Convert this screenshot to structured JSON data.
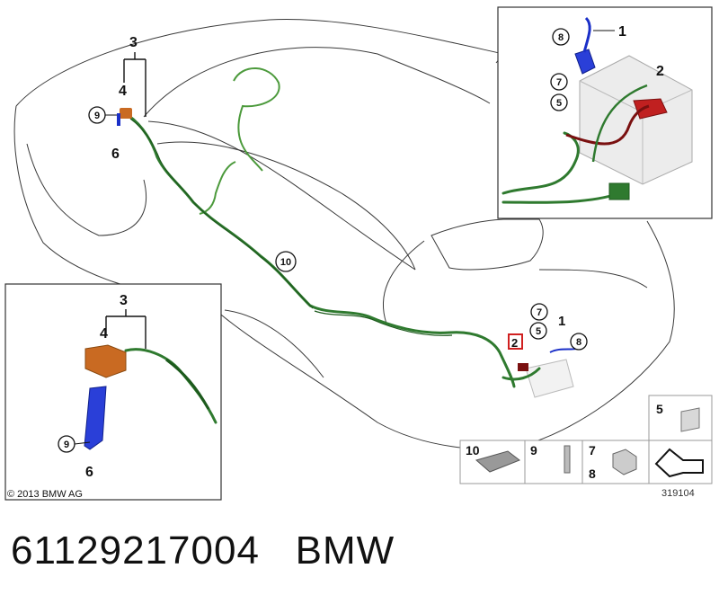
{
  "labels": {
    "n1": "1",
    "n2": "2",
    "n3": "3",
    "n4": "4",
    "n5": "5",
    "n6": "6",
    "n7": "7",
    "n8": "8",
    "n9": "9",
    "n10": "10"
  },
  "copyright": "© 2013 BMW AG",
  "diagram_id": "319104",
  "part_number": "61129217004",
  "brand": "BMW",
  "colors": {
    "harness": "#2f7a2f",
    "battery_cable": "#7a1010",
    "ground_lead": "#1a2fc8",
    "terminal_cover": "#c96a22",
    "highlight": "#d02020"
  }
}
